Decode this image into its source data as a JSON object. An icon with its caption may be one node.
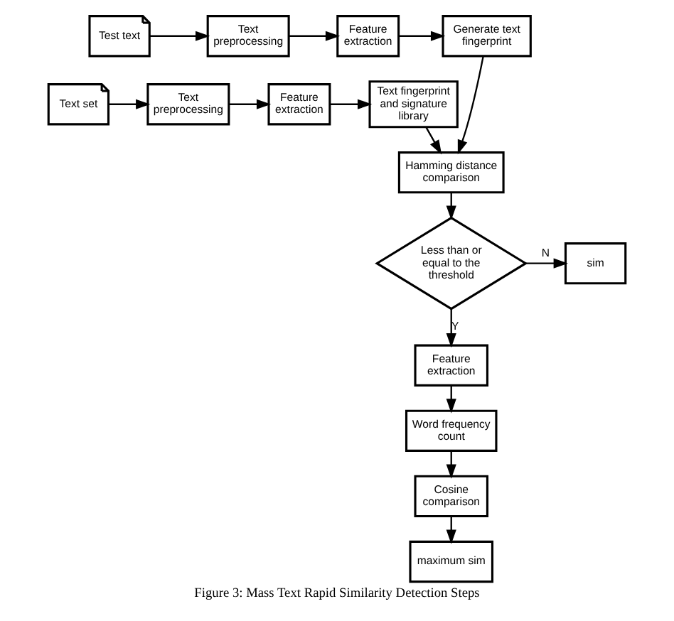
{
  "diagram": {
    "caption": "Figure 3: Mass Text Rapid Similarity Detection Steps",
    "nodes": [
      {
        "text": [
          "Test text"
        ]
      },
      {
        "text": [
          "Text preprocessing"
        ]
      },
      {
        "text": [
          "Feature extraction"
        ]
      },
      {
        "text": [
          "Generate text fingerprint"
        ]
      },
      {
        "text": [
          "Text set"
        ]
      },
      {
        "text": [
          "Text preprocessing"
        ]
      },
      {
        "text": [
          "Feature extraction"
        ]
      },
      {
        "text": [
          "Text fingerprint and signature library"
        ]
      },
      {
        "text": [
          "Hamming distance comparison"
        ]
      },
      {
        "text": [
          "Less than or equal to the threshold"
        ]
      },
      {
        "text": [
          "sim"
        ]
      },
      {
        "text": [
          "Feature extraction"
        ]
      },
      {
        "text": [
          "Word frequency count"
        ]
      },
      {
        "text": [
          "Cosine comparison"
        ]
      },
      {
        "text": [
          "maximum sim"
        ]
      }
    ],
    "edges": [
      {
        "from": 0,
        "to": 1,
        "arrow": "to"
      },
      {
        "from": 1,
        "to": 2,
        "arrow": "to"
      },
      {
        "from": 2,
        "to": 3,
        "arrow": "to"
      },
      {
        "from": 3,
        "to": 8,
        "arrow": "to"
      },
      {
        "from": 4,
        "to": 5,
        "arrow": "to"
      },
      {
        "from": 5,
        "to": 6,
        "arrow": "to"
      },
      {
        "from": 6,
        "to": 7,
        "arrow": "to"
      },
      {
        "from": 7,
        "to": 8,
        "arrow": "to"
      },
      {
        "from": 8,
        "to": 9,
        "arrow": "to"
      },
      {
        "from": 9,
        "to": 10,
        "label": "N",
        "arrow": "to"
      },
      {
        "from": 9,
        "to": 11,
        "label": "Y",
        "arrow": "to"
      },
      {
        "from": 11,
        "to": 12,
        "arrow": "to"
      },
      {
        "from": 12,
        "to": 13,
        "arrow": "to"
      },
      {
        "from": 13,
        "to": 14,
        "arrow": "to"
      }
    ]
  }
}
